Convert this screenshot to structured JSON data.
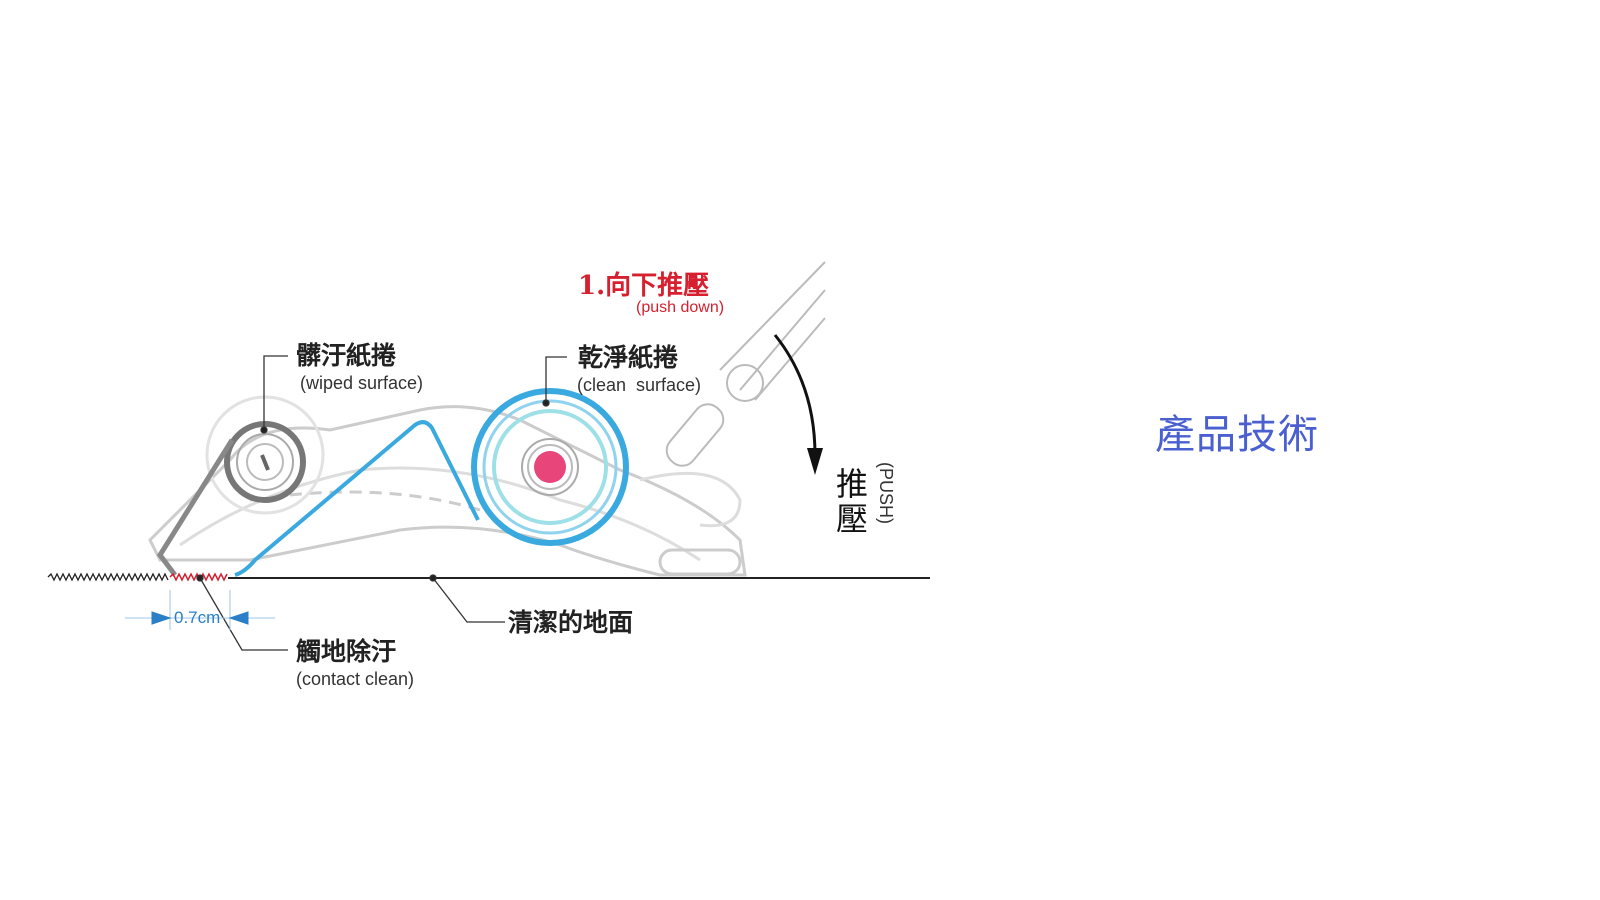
{
  "step_label": "1.向下推壓",
  "step_label_en": "(push down)",
  "dirty_roll_label": "髒汙紙捲",
  "dirty_roll_label_en": "(wiped surface)",
  "clean_roll_label": "乾淨紙捲",
  "clean_roll_label_en": "(clean  surface)",
  "push_label_1": "推",
  "push_label_2": "壓",
  "push_label_en": "(PUSH)",
  "ground_label": "清潔的地面",
  "contact_label": "觸地除汙",
  "contact_label_en": "(contact clean)",
  "measurement": "0.7cm",
  "page_title": "產品技術",
  "colors": {
    "tape": "#3aa9e0",
    "hub": "#e8457a",
    "step": "#d6202f",
    "title": "#4a5fd0",
    "measure": "#2a7fc8"
  }
}
